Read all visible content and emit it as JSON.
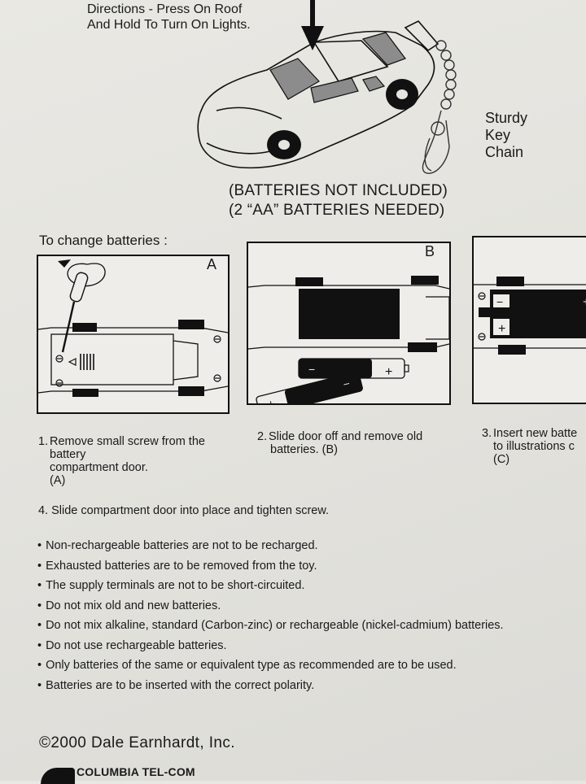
{
  "directions": {
    "line1": "Directions - Press On Roof",
    "line2": "And Hold To Turn On Lights."
  },
  "keychain": {
    "line1": "Sturdy",
    "line2": "Key",
    "line3": "Chain"
  },
  "batteries_note": {
    "line1": "(BATTERIES NOT INCLUDED)",
    "line2": "(2 “AA” BATTERIES NEEDED)"
  },
  "change_title": "To change batteries :",
  "panels": {
    "a": "A",
    "b": "B"
  },
  "polarity": {
    "plus": "+",
    "minus": "−"
  },
  "steps": {
    "s1_num": "1.",
    "s1_l1": "Remove small screw from the",
    "s1_l2": "battery",
    "s1_l3": "compartment door.",
    "s1_l4": "(A)",
    "s2_num": "2.",
    "s2_l1": "Slide door off and remove old",
    "s2_l2": "batteries. (B)",
    "s3_num": "3.",
    "s3_l1": "Insert new batte",
    "s3_l2": "to illustrations c",
    "s3_l3": "(C)",
    "s4": "4. Slide compartment door into place and tighten screw."
  },
  "rules": [
    "Non-rechargeable batteries are not to be recharged.",
    "Exhausted batteries are to be removed from the toy.",
    "The supply terminals are not to be short-circuited.",
    "Do not mix old and new batteries.",
    "Do not mix alkaline, standard (Carbon-zinc) or rechargeable (nickel-cadmium) batteries.",
    "Do not use rechargeable batteries.",
    "Only batteries of the same or equivalent type as recommended are to be used.",
    "Batteries are to be inserted with the correct polarity."
  ],
  "copyright": "©2000 Dale Earnhardt, Inc.",
  "brand": "COLUMBIA TEL-COM",
  "icons": {
    "arrow": "down-arrow-icon",
    "car": "race-car-icon",
    "key_ring": "key-ring-icon",
    "screwdriver": "screwdriver-icon",
    "screw": "screw-icon",
    "battery": "battery-icon"
  },
  "colors": {
    "paper": "#e6e5e0",
    "ink": "#111111",
    "window_gray": "#8c8c8c"
  }
}
